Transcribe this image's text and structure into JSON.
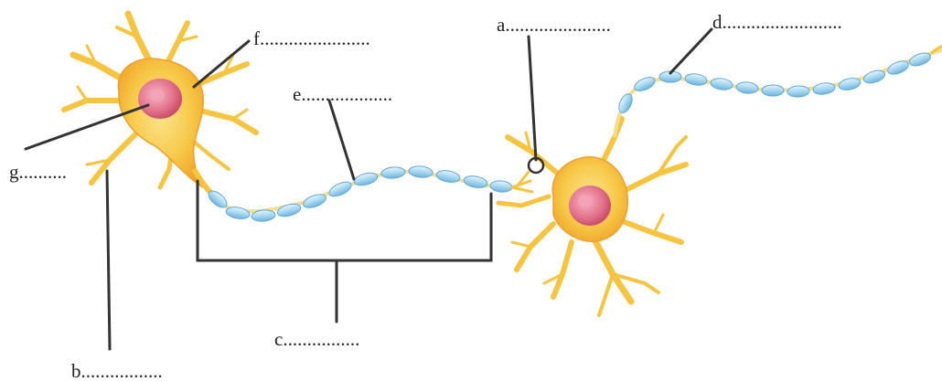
{
  "labels": {
    "a": "a......................",
    "b": "b.................",
    "c": "c................",
    "d": "d.........................",
    "e": "e...................",
    "f": "f.......................",
    "g": "g.........."
  },
  "colors": {
    "background": "#ffffff",
    "cell_body": "#f7c948",
    "cell_body_edge": "#f0a52a",
    "nucleus": "#e2708a",
    "myelin": "#a9d8f0",
    "myelin_edge": "#5fa8d8",
    "axon": "#f3dd8f",
    "leader_line": "#333333"
  }
}
